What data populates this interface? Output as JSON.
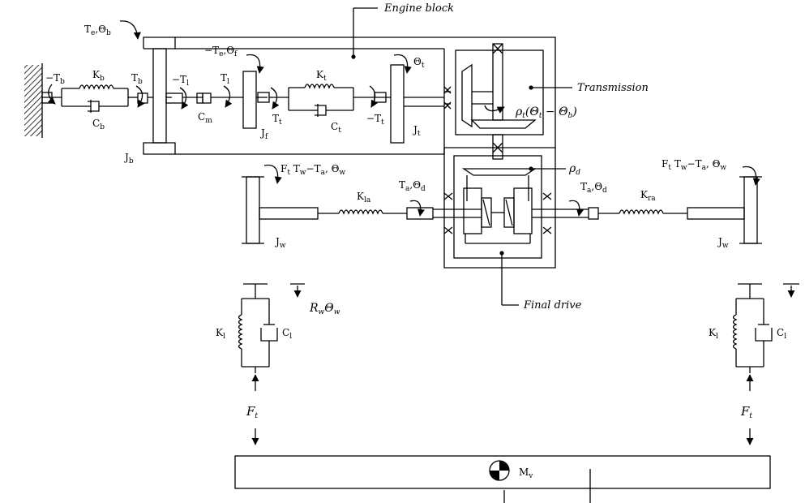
{
  "callouts": {
    "engine_block": "Engine block",
    "transmission": "Transmission",
    "final_drive": "Final drive"
  },
  "labels": {
    "Te_Ob": {
      "a": "T",
      "as": "e",
      "b": ",Θ",
      "bs": "b"
    },
    "neg_Tb": {
      "a": "−T",
      "as": "b"
    },
    "Kb": {
      "a": "K",
      "as": "b"
    },
    "Cb": {
      "a": "C",
      "as": "b"
    },
    "Tb": {
      "a": "T",
      "as": "b"
    },
    "neg_T1": {
      "a": "−T",
      "as": "l"
    },
    "T1": {
      "a": "T",
      "as": "l"
    },
    "Cm": {
      "a": "C",
      "as": "m"
    },
    "neg_Te_Of": {
      "a": "−T",
      "as": "e",
      "b": ",Θ",
      "bs": "f"
    },
    "Jf": {
      "a": "J",
      "as": "f"
    },
    "Tt": {
      "a": "T",
      "as": "t"
    },
    "Kt": {
      "a": "K",
      "as": "t"
    },
    "Ct": {
      "a": "C",
      "as": "t"
    },
    "Ot": {
      "a": "Θ",
      "as": "t"
    },
    "neg_Tt": {
      "a": "−T",
      "as": "t"
    },
    "Jt": {
      "a": "J",
      "as": "t"
    },
    "Jb": {
      "a": "J",
      "as": "b"
    },
    "rho_t": {
      "a": "ρ",
      "as": "t",
      "b": "(Θ",
      "bs": "t",
      "c": " − Θ",
      "cs": "b",
      "d": ")"
    },
    "rho_d": {
      "a": "ρ",
      "as": "d"
    },
    "left_wheel_torque": {
      "a": "F",
      "as": "t",
      "b": " T",
      "bs": "w",
      "c": "−T",
      "cs": "a",
      "d": ", Θ",
      "ds": "w"
    },
    "right_wheel_torque": {
      "a": "F",
      "as": "t",
      "b": " T",
      "bs": "w",
      "c": "−T",
      "cs": "a",
      "d": ", Θ",
      "ds": "w"
    },
    "Kla": {
      "a": "K",
      "as": "la"
    },
    "Ta_Od_left": {
      "a": "T",
      "as": "a",
      "b": ",Θ",
      "bs": "d"
    },
    "Ta_Od_right": {
      "a": "T",
      "as": "a",
      "b": ",Θ",
      "bs": "d"
    },
    "Kra": {
      "a": "K",
      "as": "ra"
    },
    "Jw_left": {
      "a": "J",
      "as": "w"
    },
    "Jw_right": {
      "a": "J",
      "as": "w"
    },
    "Rw_Ow": {
      "a": "R",
      "as": "w",
      "b": "Θ",
      "bs": "w"
    },
    "Kl_left": {
      "a": "K",
      "as": "l"
    },
    "Cl_left": {
      "a": "C",
      "as": "l"
    },
    "Kl_right": {
      "a": "K",
      "as": "l"
    },
    "Cl_right": {
      "a": "C",
      "as": "l"
    },
    "Ft_left": {
      "a": "F",
      "as": "t"
    },
    "Ft_right": {
      "a": "F",
      "as": "t"
    },
    "Mv": {
      "a": "M",
      "as": "v"
    }
  }
}
